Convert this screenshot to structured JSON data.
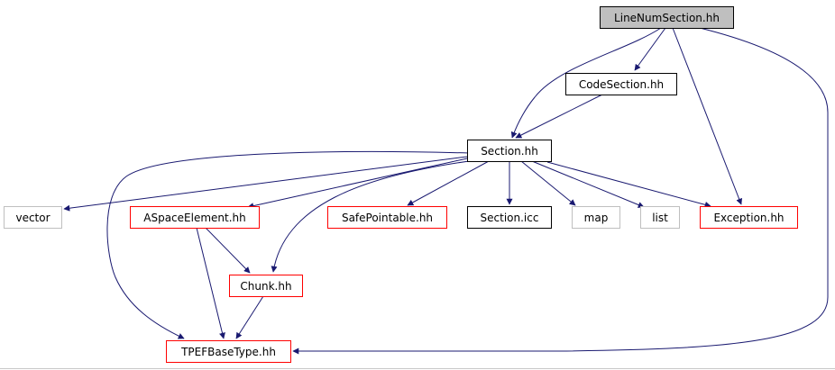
{
  "colors": {
    "edge": "#191970",
    "root_fill": "#bfbfbf",
    "border_black": "#000000",
    "border_gray": "#bfbfbf",
    "border_red": "#ff0000"
  },
  "nodes": [
    {
      "id": "line-num-section",
      "label": "LineNumSection.hh",
      "style": "root"
    },
    {
      "id": "code-section",
      "label": "CodeSection.hh",
      "style": "black"
    },
    {
      "id": "section",
      "label": "Section.hh",
      "style": "black"
    },
    {
      "id": "vector",
      "label": "vector",
      "style": "gray"
    },
    {
      "id": "aspace-element",
      "label": "ASpaceElement.hh",
      "style": "red"
    },
    {
      "id": "safe-pointable",
      "label": "SafePointable.hh",
      "style": "red"
    },
    {
      "id": "section-icc",
      "label": "Section.icc",
      "style": "black"
    },
    {
      "id": "map",
      "label": "map",
      "style": "gray"
    },
    {
      "id": "list",
      "label": "list",
      "style": "gray"
    },
    {
      "id": "exception",
      "label": "Exception.hh",
      "style": "red"
    },
    {
      "id": "chunk",
      "label": "Chunk.hh",
      "style": "red"
    },
    {
      "id": "tpef-base-type",
      "label": "TPEFBaseType.hh",
      "style": "red"
    }
  ],
  "edges": [
    {
      "from": "line-num-section",
      "to": "code-section"
    },
    {
      "from": "line-num-section",
      "to": "section"
    },
    {
      "from": "line-num-section",
      "to": "exception"
    },
    {
      "from": "line-num-section",
      "to": "tpef-base-type"
    },
    {
      "from": "code-section",
      "to": "section"
    },
    {
      "from": "section",
      "to": "vector"
    },
    {
      "from": "section",
      "to": "aspace-element"
    },
    {
      "from": "section",
      "to": "safe-pointable"
    },
    {
      "from": "section",
      "to": "section-icc"
    },
    {
      "from": "section",
      "to": "map"
    },
    {
      "from": "section",
      "to": "list"
    },
    {
      "from": "section",
      "to": "exception"
    },
    {
      "from": "section",
      "to": "chunk"
    },
    {
      "from": "section",
      "to": "tpef-base-type"
    },
    {
      "from": "aspace-element",
      "to": "chunk"
    },
    {
      "from": "aspace-element",
      "to": "tpef-base-type"
    },
    {
      "from": "chunk",
      "to": "tpef-base-type"
    }
  ]
}
